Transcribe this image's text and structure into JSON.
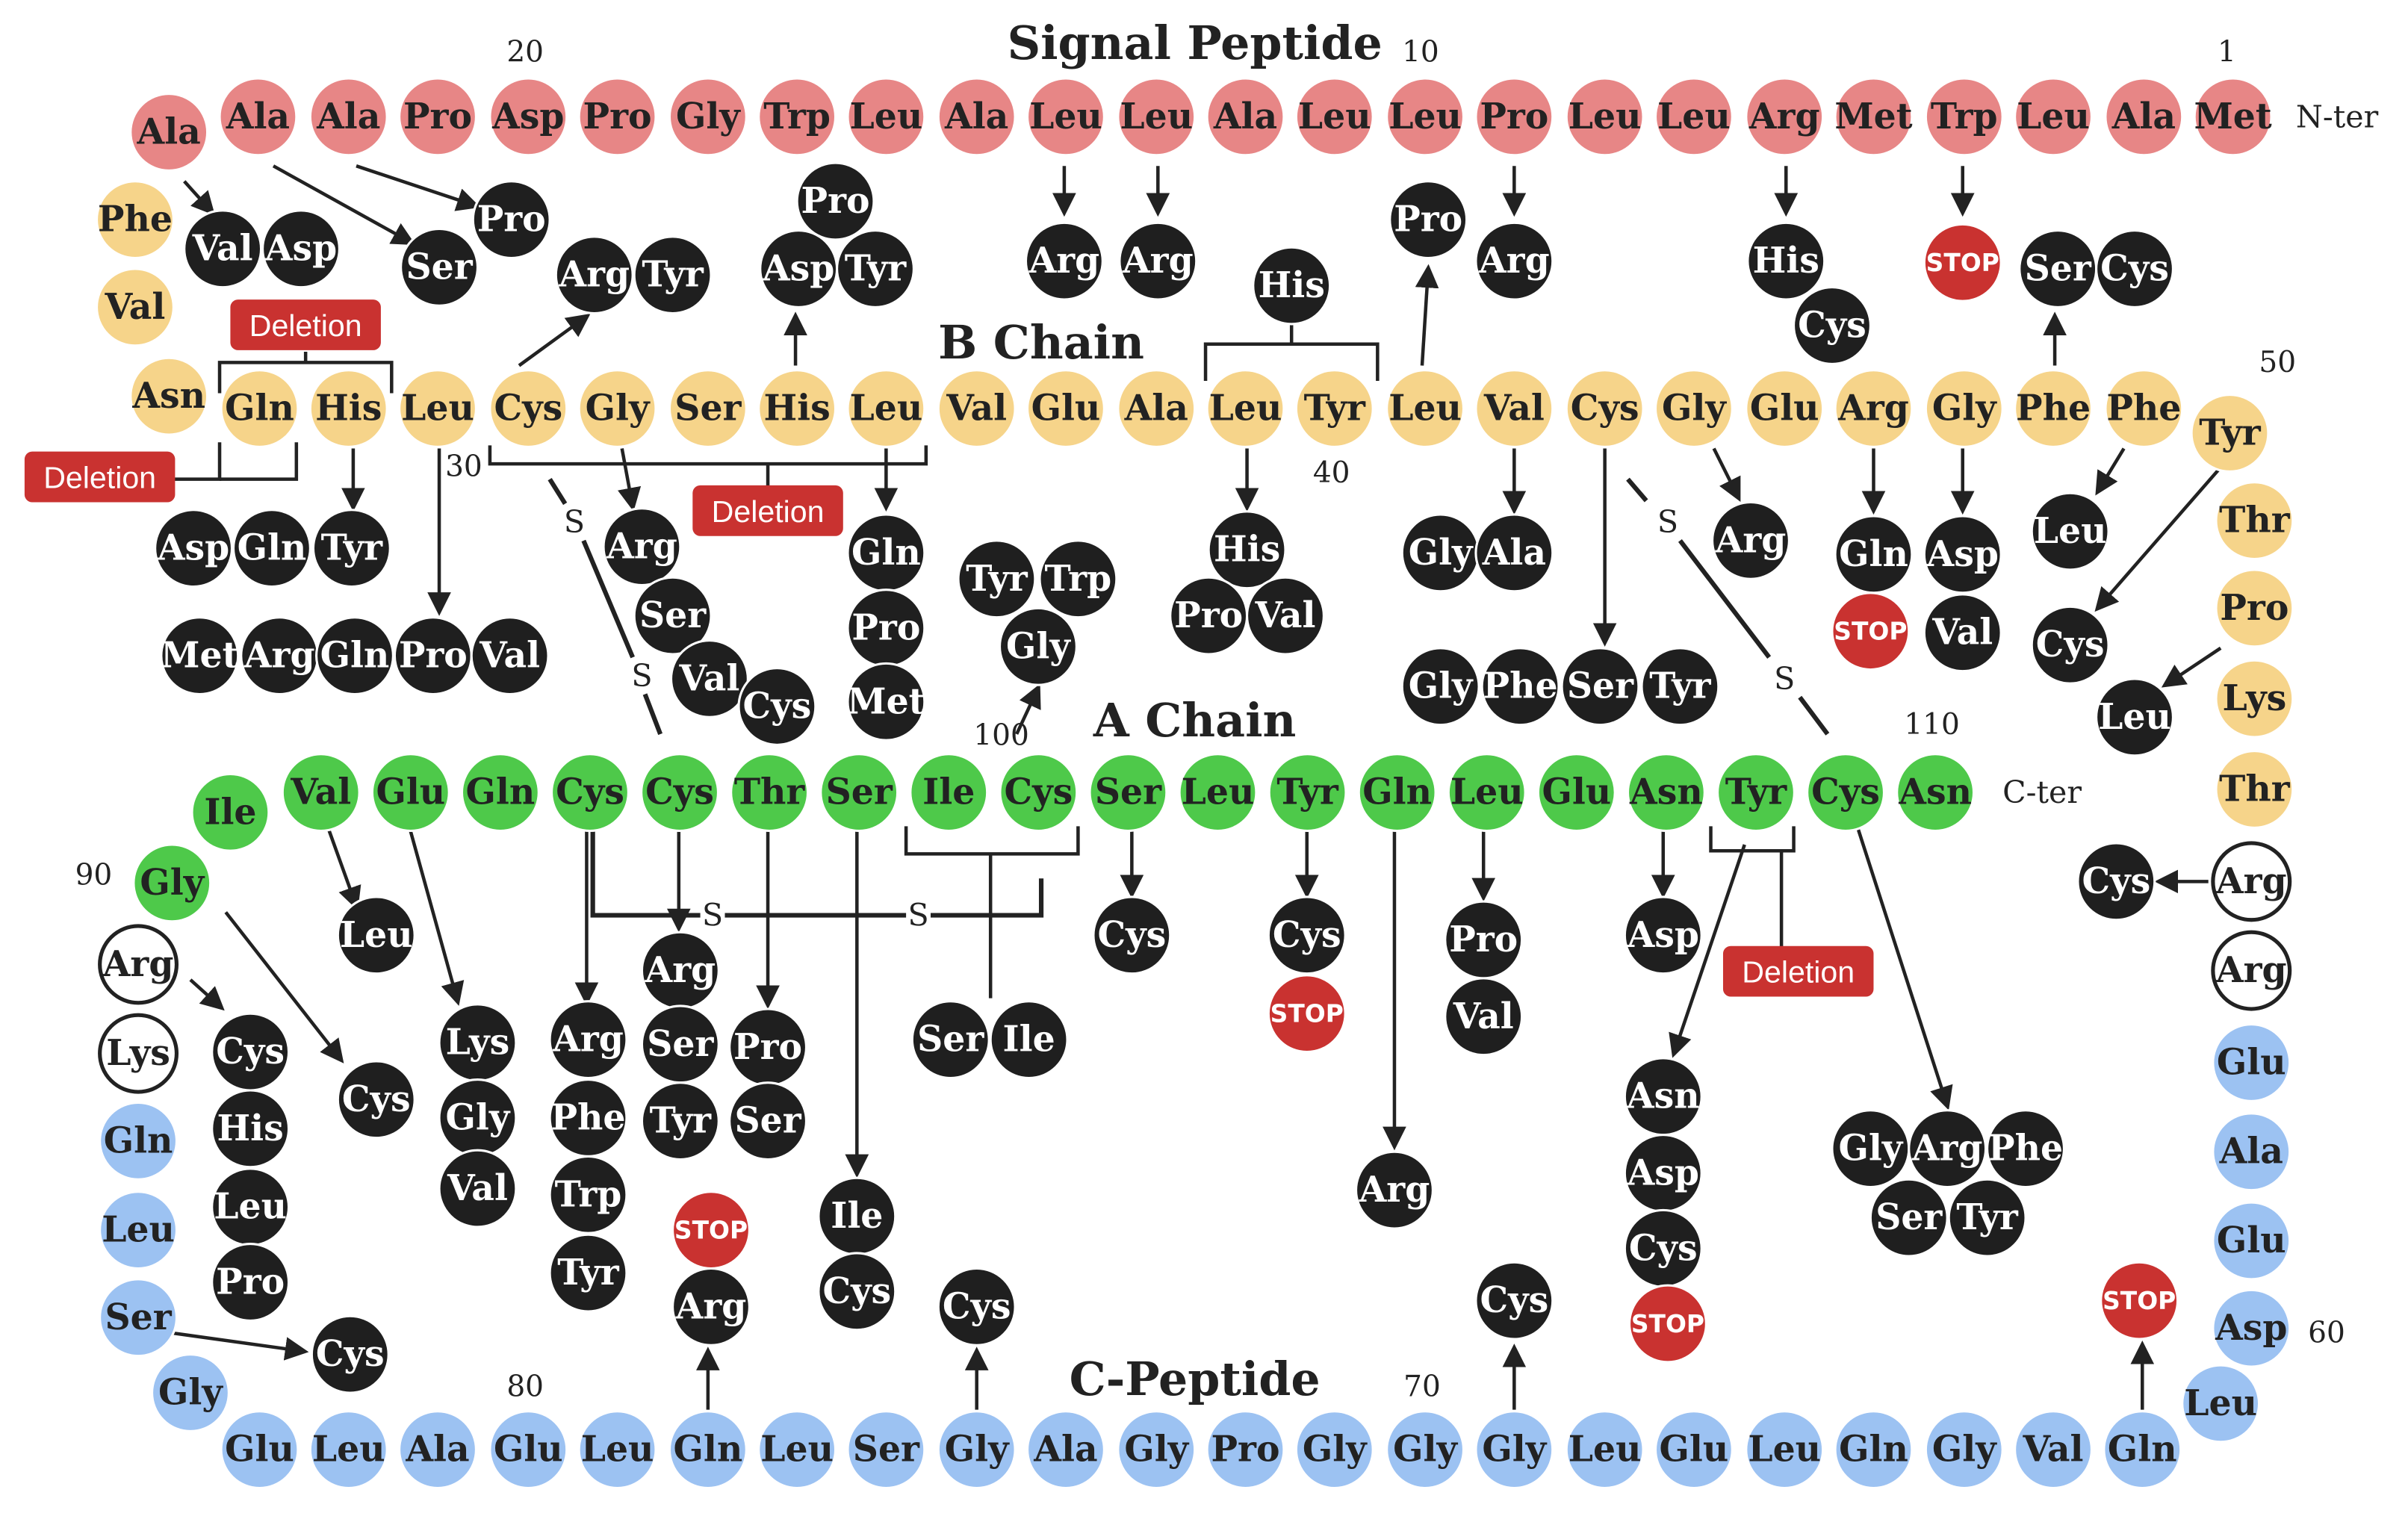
{
  "titles": {
    "signal": "Signal Peptide",
    "b": "B Chain",
    "a": "A Chain",
    "c": "C-Peptide"
  },
  "terminals": {
    "n": "N-ter",
    "c": "C-ter"
  },
  "positions": {
    "p1": "1",
    "p10": "10",
    "p20": "20",
    "p30": "30",
    "p40": "40",
    "p50": "50",
    "p60": "60",
    "p70": "70",
    "p80": "80",
    "p90": "90",
    "p100": "100",
    "p110": "110"
  },
  "labels": {
    "stop": "STOP",
    "deletion": "Deletion",
    "s": "S"
  },
  "colors": {
    "signal": "#e78686",
    "b": "#f6d48a",
    "a": "#4ec94a",
    "c": "#9cc2f2",
    "mutant": "#1f1f1f",
    "stop": "#c93230",
    "deletion": "#c93230"
  },
  "chains": {
    "signal": [
      "Ala",
      "Ala",
      "Ala",
      "Pro",
      "Asp",
      "Pro",
      "Gly",
      "Trp",
      "Leu",
      "Ala",
      "Leu",
      "Leu",
      "Ala",
      "Leu",
      "Leu",
      "Pro",
      "Leu",
      "Leu",
      "Arg",
      "Met",
      "Trp",
      "Leu",
      "Ala",
      "Met"
    ],
    "b": [
      "Phe",
      "Val",
      "Asn",
      "Gln",
      "His",
      "Leu",
      "Cys",
      "Gly",
      "Ser",
      "His",
      "Leu",
      "Val",
      "Glu",
      "Ala",
      "Leu",
      "Tyr",
      "Leu",
      "Val",
      "Cys",
      "Gly",
      "Glu",
      "Arg",
      "Gly",
      "Phe",
      "Phe",
      "Tyr",
      "Thr",
      "Pro",
      "Lys",
      "Thr"
    ],
    "a": [
      "Gly",
      "Ile",
      "Val",
      "Glu",
      "Gln",
      "Cys",
      "Cys",
      "Thr",
      "Ser",
      "Ile",
      "Cys",
      "Ser",
      "Leu",
      "Tyr",
      "Gln",
      "Leu",
      "Glu",
      "Asn",
      "Tyr",
      "Cys",
      "Asn"
    ],
    "c": [
      "Arg",
      "Arg",
      "Glu",
      "Ala",
      "Glu",
      "Asp",
      "Leu",
      "Gln",
      "Val",
      "Gly",
      "Gln",
      "Leu",
      "Glu",
      "Leu",
      "Gly",
      "Gly",
      "Gly",
      "Pro",
      "Gly",
      "Ala",
      "Gly",
      "Ser",
      "Leu",
      "Gln",
      "Leu",
      "Glu",
      "Ala",
      "Leu",
      "Glu",
      "Gly",
      "Ser",
      "Leu",
      "Gln",
      "Lys",
      "Arg"
    ]
  },
  "mutations": {
    "sp1": [
      "Val",
      "Asp"
    ],
    "sp2": [
      "Ser"
    ],
    "sp3": [
      "Pro"
    ],
    "sp4": [
      "Arg",
      "Tyr"
    ],
    "sp5": [
      "Pro",
      "Asp",
      "Tyr"
    ],
    "sp6": [
      "Arg"
    ],
    "sp7": [
      "Arg"
    ],
    "sp8": [
      "Pro"
    ],
    "sp9": [
      "Arg"
    ],
    "sp10": [
      "His",
      "Cys"
    ],
    "sp12": [
      "Ser",
      "Cys"
    ],
    "b1": [
      "His"
    ],
    "b2": [
      "Asp",
      "Gln",
      "Tyr"
    ],
    "b3": [
      "Met",
      "Arg",
      "Gln",
      "Pro",
      "Val"
    ],
    "b4": [
      "Arg",
      "Ser",
      "Val",
      "Cys"
    ],
    "b5": [
      "Gln",
      "Pro",
      "Met"
    ],
    "b6": [
      "His",
      "Pro",
      "Val"
    ],
    "b7": [
      "Gly",
      "Ala"
    ],
    "b8": [
      "Gly",
      "Phe",
      "Ser",
      "Tyr"
    ],
    "b9": [
      "Arg"
    ],
    "b10": [
      "Gln"
    ],
    "b11": [
      "Asp",
      "Val"
    ],
    "b12": [
      "Leu"
    ],
    "b13": [
      "Cys"
    ],
    "b14": [
      "Leu"
    ],
    "b15": [
      "Cys"
    ],
    "g1": [
      "Tyr",
      "Trp",
      "Gly"
    ],
    "a1": [
      "Leu"
    ],
    "a2": [
      "Lys",
      "Gly",
      "Val"
    ],
    "a3": [
      "Arg",
      "Phe",
      "Trp",
      "Tyr"
    ],
    "a4": [
      "Arg",
      "Ser",
      "Tyr"
    ],
    "a5": [
      "Pro",
      "Ser"
    ],
    "a6": [
      "Ile",
      "Cys"
    ],
    "a7": [
      "Ser",
      "Ile"
    ],
    "a8": [
      "Cys"
    ],
    "a9": [
      "Cys"
    ],
    "a10": [
      "Pro",
      "Val"
    ],
    "a11": [
      "Arg"
    ],
    "a12": [
      "Asp"
    ],
    "a13": [
      "Asn",
      "Asp",
      "Cys"
    ],
    "a14": [
      "Gly",
      "Arg",
      "Phe",
      "Ser",
      "Tyr"
    ],
    "a15": [
      "Cys",
      "His",
      "Leu",
      "Pro"
    ],
    "a16": [
      "Cys"
    ],
    "a17": [
      "Cys"
    ],
    "c1": [
      "Arg"
    ],
    "c2": [
      "Cys"
    ],
    "c3": [
      "Cys"
    ]
  }
}
